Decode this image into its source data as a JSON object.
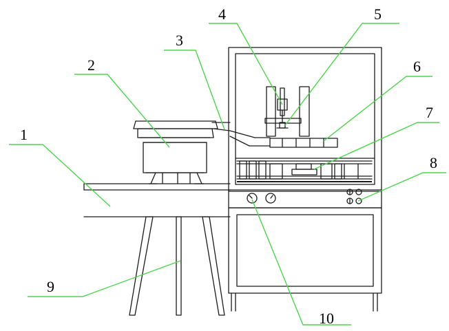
{
  "colors": {
    "line": "#1a1a1a",
    "leader": "#4dd54d",
    "label": "#000000",
    "background": "#ffffff"
  },
  "callouts": [
    {
      "label": "1"
    },
    {
      "label": "2"
    },
    {
      "label": "3"
    },
    {
      "label": "4"
    },
    {
      "label": "5"
    },
    {
      "label": "6"
    },
    {
      "label": "7"
    },
    {
      "label": "8"
    },
    {
      "label": "9"
    },
    {
      "label": "10"
    }
  ]
}
